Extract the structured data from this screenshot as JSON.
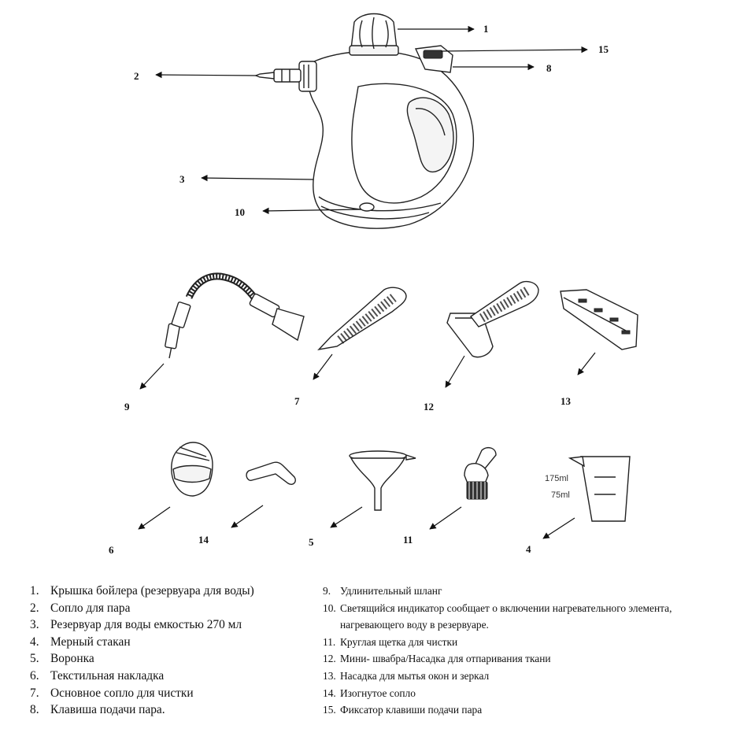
{
  "callouts": {
    "c1": "1",
    "c2": "2",
    "c3": "3",
    "c4": "4",
    "c5": "5",
    "c6": "6",
    "c7": "7",
    "c8": "8",
    "c9": "9",
    "c10": "10",
    "c11": "11",
    "c12": "12",
    "c13": "13",
    "c14": "14",
    "c15": "15"
  },
  "cup_marks": {
    "upper": "175ml",
    "lower": "75ml"
  },
  "legend_left": [
    {
      "num": "1.",
      "text": "Крышка бойлера (резервуара для воды)"
    },
    {
      "num": "2.",
      "text": "Сопло для пара"
    },
    {
      "num": "3.",
      "text": "Резервуар для воды емкостью 270 мл"
    },
    {
      "num": "4.",
      "text": "Мерный стакан"
    },
    {
      "num": "5.",
      "text": "Воронка"
    },
    {
      "num": "6.",
      "text": "Текстильная накладка"
    },
    {
      "num": "7.",
      "text": "Основное сопло для чистки"
    },
    {
      "num": "8.",
      "text": "Клавиша подачи пара."
    }
  ],
  "legend_right": [
    {
      "num": "9.",
      "text": "Удлинительный шланг"
    },
    {
      "num": "10.",
      "text": "Светящийся индикатор сообщает о включении нагревательного элемента,",
      "cont": "нагревающего воду в резервуаре."
    },
    {
      "num": "11.",
      "text": "Круглая щетка для чистки"
    },
    {
      "num": "12.",
      "text": "Мини- швабра/Насадка для отпаривания ткани"
    },
    {
      "num": "13.",
      "text": "Насадка для мытья окон и зеркал"
    },
    {
      "num": "14.",
      "text": "Изогнутое сопло"
    },
    {
      "num": "15.",
      "text": "Фиксатор клавиши подачи пара"
    }
  ]
}
